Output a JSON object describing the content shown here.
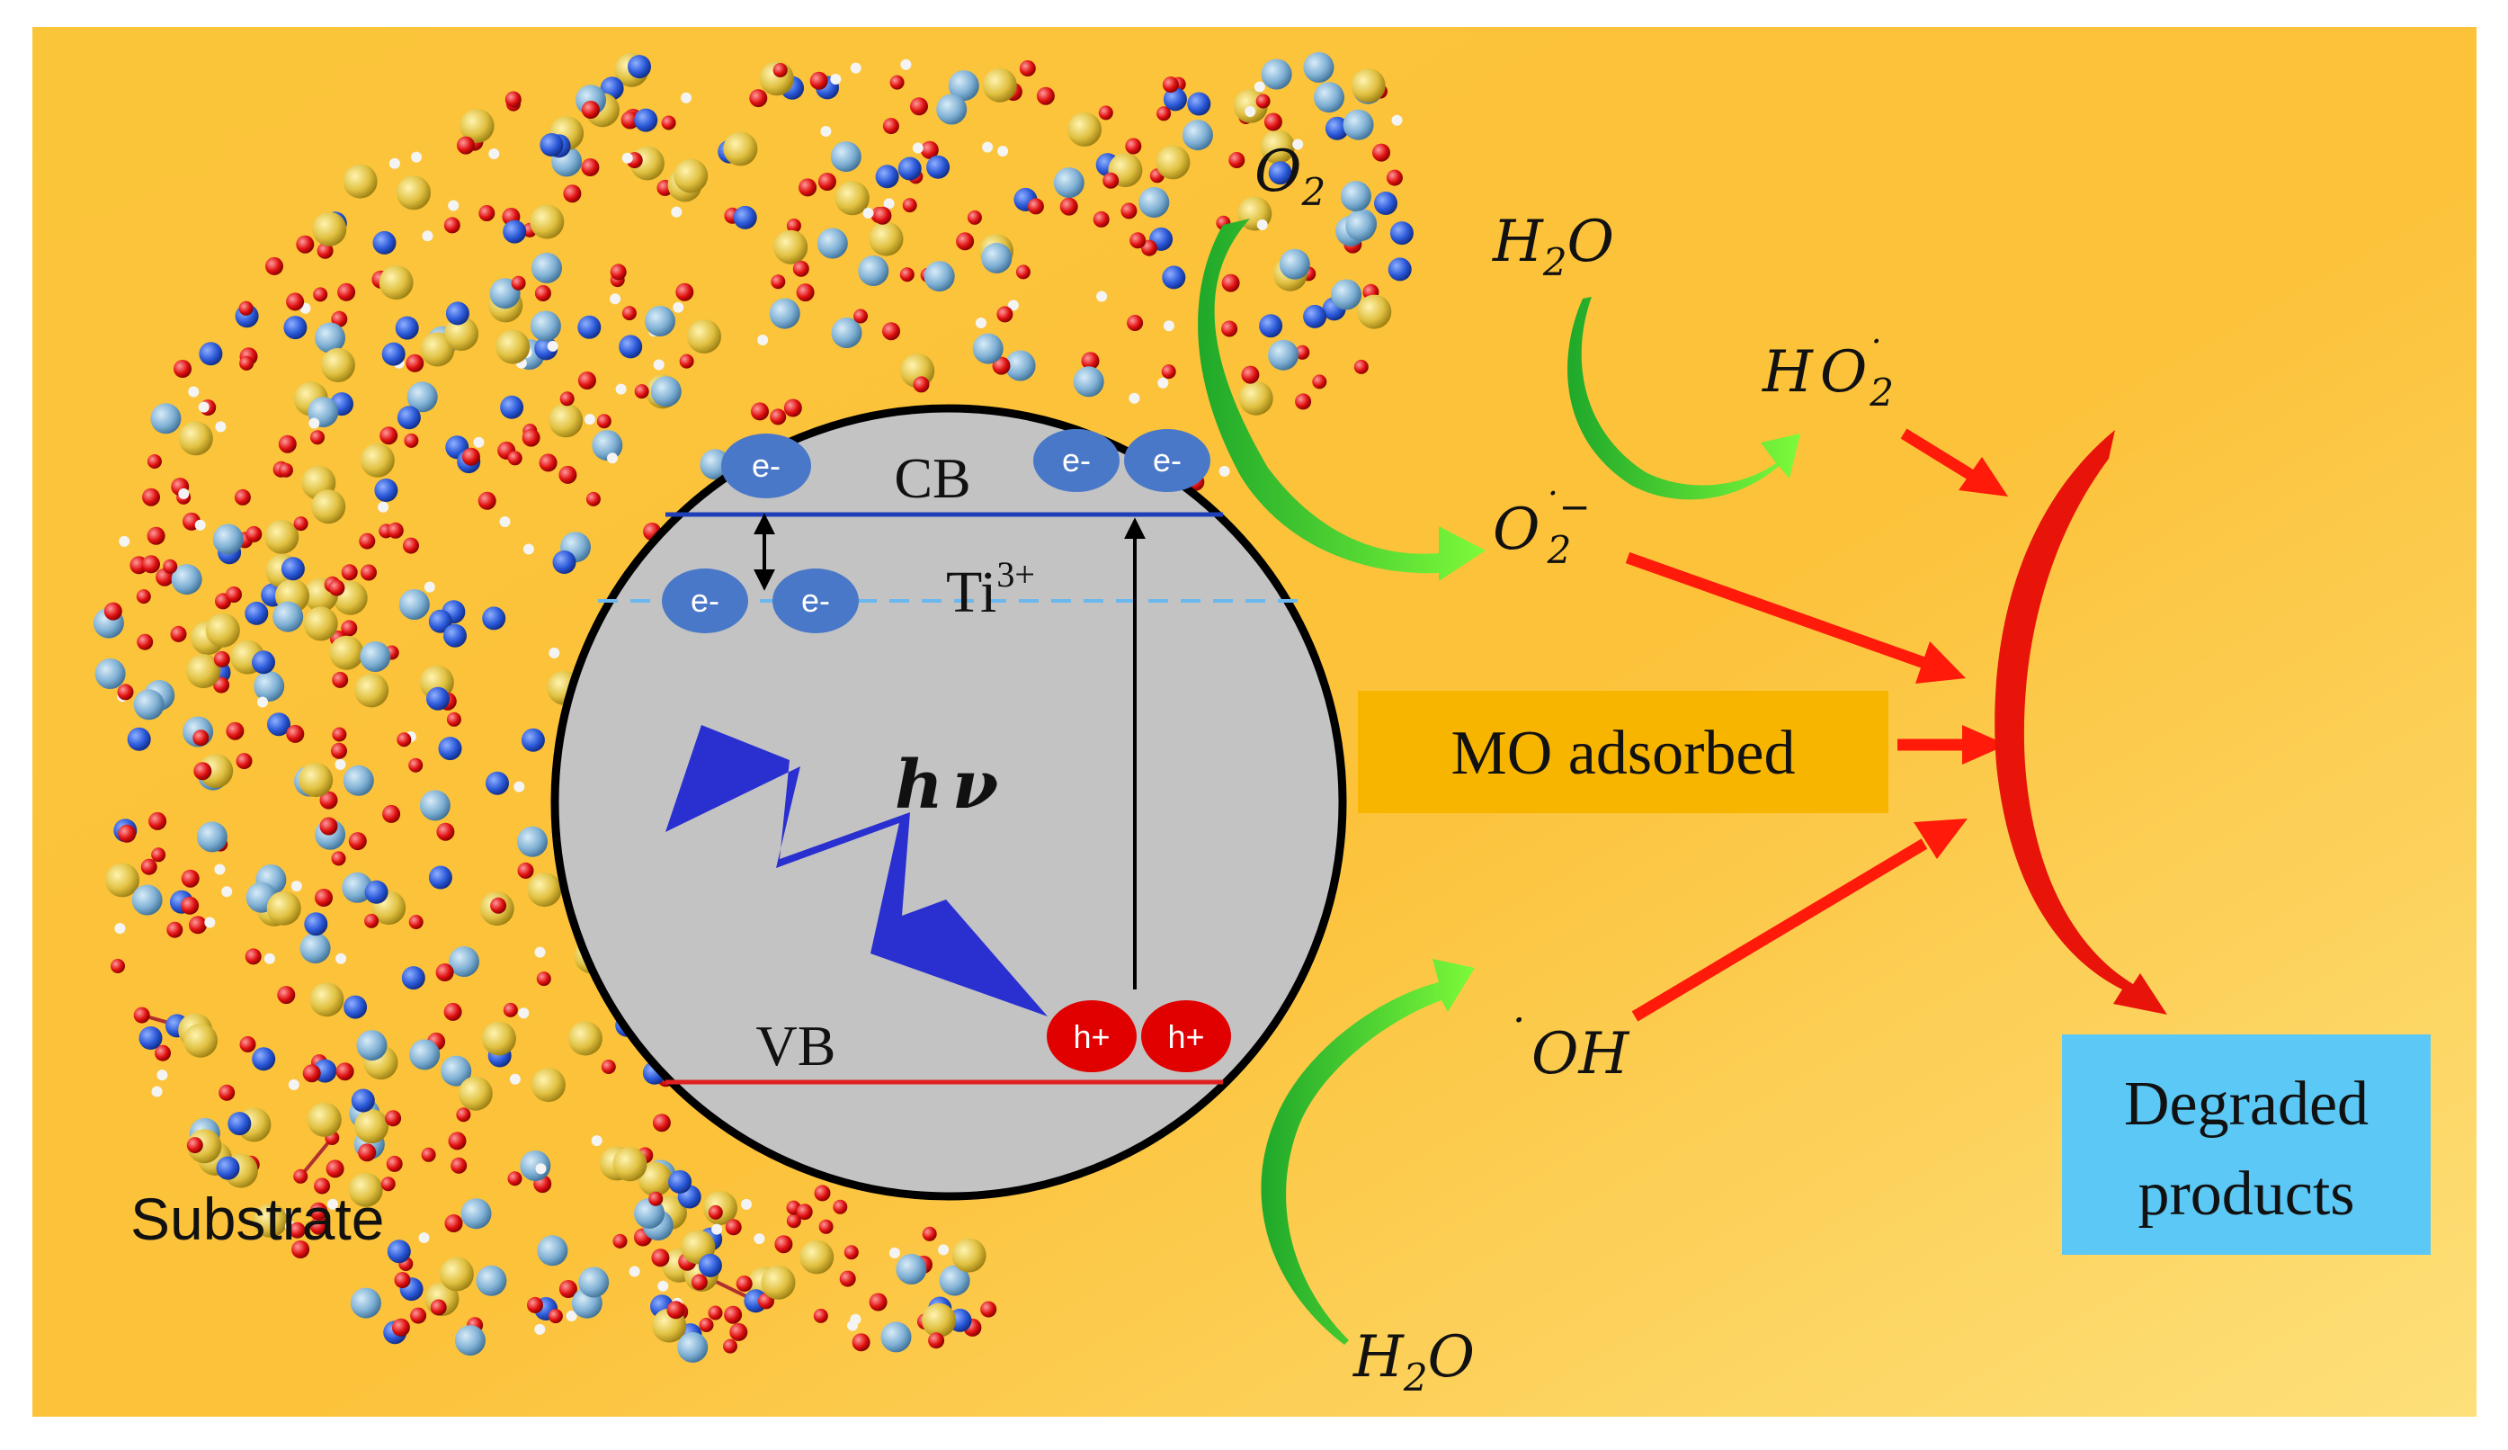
{
  "labels": {
    "substrate": "Substrate",
    "cb": "CB",
    "vb": "VB",
    "ti_base": "Ti",
    "ti_sup": "3+",
    "hv_h": "h",
    "hv_nu": "ν",
    "electron": "e-",
    "hole": "h+",
    "o2_base": "O",
    "o2_sub": "2",
    "h2o_top_h": "H",
    "h2o_top_sub": "2",
    "h2o_top_o": "O",
    "ho2_h": "H",
    "ho2_o": "O",
    "ho2_sub": "2",
    "ho2_dot": "˙",
    "o2rad_o": "O",
    "o2rad_sub": "2",
    "o2rad_sup": "˙−",
    "oh_dot": "˙",
    "oh_text": "OH",
    "h2o_bottom_h": "H",
    "h2o_bottom_sub": "2",
    "h2o_bottom_o": "O",
    "mo_adsorbed": "MO adsorbed",
    "degraded_line1": "Degraded",
    "degraded_line2": "products"
  },
  "colors": {
    "background": "#fbbf2e",
    "particle": "#c3c3c3",
    "cb_line": "#1f3fb8",
    "vb_line": "#e02020",
    "ti_line": "#6ab8ee",
    "electron": "#4a78c8",
    "hole": "#e00000",
    "lightning": "#2a2fd0",
    "green_arrow": "#3fd23f",
    "red_arrow": "#ff1a0a",
    "mo_box": "#f7b500",
    "degraded_box": "#5bc8f5"
  }
}
